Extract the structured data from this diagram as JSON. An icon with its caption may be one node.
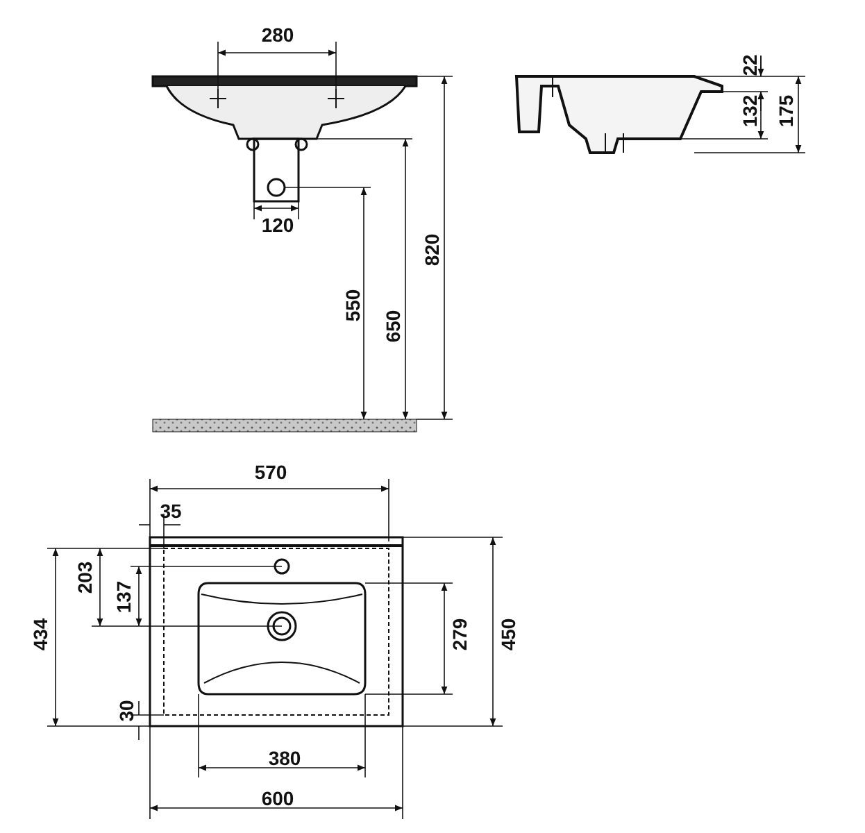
{
  "diagram": {
    "labels": [
      "280",
      "22",
      "132",
      "175",
      "120",
      "820",
      "650",
      "550",
      "570",
      "35",
      "203",
      "137",
      "434",
      "279",
      "450",
      "30",
      "380",
      "600"
    ]
  }
}
